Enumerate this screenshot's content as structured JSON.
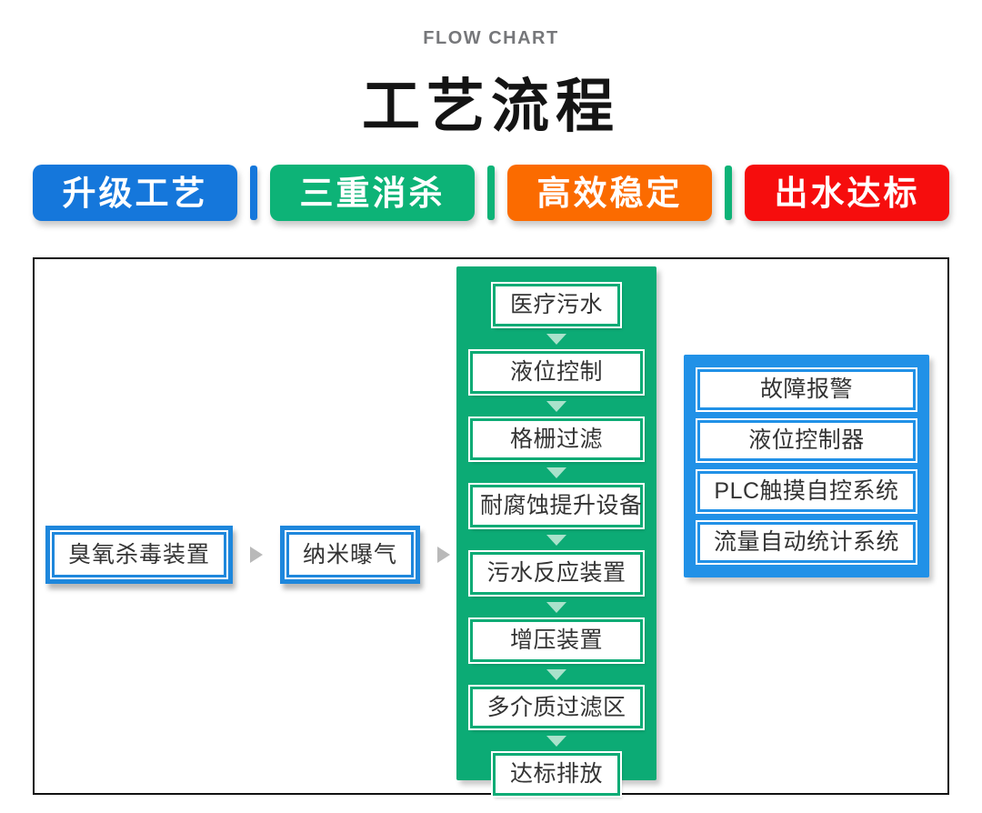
{
  "header": {
    "eyebrow": "FLOW CHART",
    "title": "工艺流程"
  },
  "badge_strip": [
    {
      "kind": "badge",
      "label": "升级工艺",
      "color": "#1577db"
    },
    {
      "kind": "sep",
      "color": "#1577db"
    },
    {
      "kind": "badge",
      "label": "三重消杀",
      "color": "#0db377"
    },
    {
      "kind": "sep",
      "color": "#0db377"
    },
    {
      "kind": "badge",
      "label": "高效稳定",
      "color": "#fb6b00"
    },
    {
      "kind": "sep",
      "color": "#0db377"
    },
    {
      "kind": "badge",
      "label": "出水达标",
      "color": "#f60d0d"
    }
  ],
  "diagram": {
    "pre_steps": [
      {
        "label": "臭氧杀毒装置"
      },
      {
        "label": "纳米曝气"
      }
    ],
    "process_steps": [
      {
        "label": "医疗污水"
      },
      {
        "label": "液位控制"
      },
      {
        "label": "格栅过滤"
      },
      {
        "label": "耐腐蚀提升设备"
      },
      {
        "label": "污水反应装置"
      },
      {
        "label": "增压装置"
      },
      {
        "label": "多介质过滤区"
      },
      {
        "label": "达标排放"
      }
    ],
    "control_panel_items": [
      {
        "label": "故障报警"
      },
      {
        "label": "液位控制器"
      },
      {
        "label": "PLC触摸自控系统"
      },
      {
        "label": "流量自动统计系统"
      }
    ]
  },
  "icons": {
    "flow_arrow": "triangle-right",
    "step_arrow": "triangle-down"
  },
  "colors": {
    "badge_blue": "#1577db",
    "badge_green": "#0db377",
    "badge_orange": "#fb6b00",
    "badge_red": "#f60d0d",
    "process_panel_green": "#0cab75",
    "control_panel_blue": "#2191e7",
    "pre_step_blue": "#1e87dc",
    "board_border": "#111111",
    "arrow_gray": "#b9b9b9",
    "arrow_mint": "#a9e2cb",
    "eyebrow_gray": "#76777a",
    "title_black": "#141414",
    "box_text": "#333333"
  }
}
